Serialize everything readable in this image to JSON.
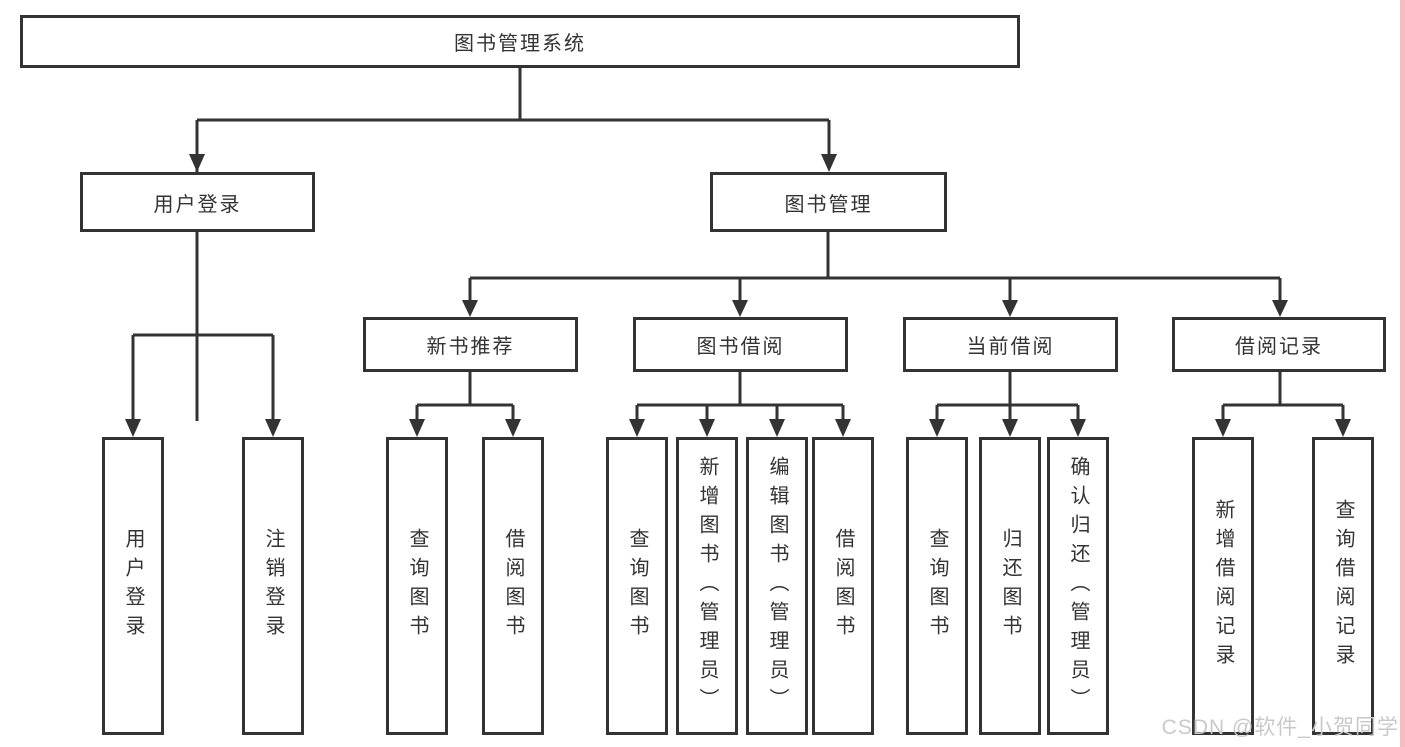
{
  "tree": {
    "root": {
      "label": "图书管理系统"
    },
    "branches": [
      {
        "label": "用户登录",
        "children": [
          {
            "label": "用户登录"
          },
          {
            "label": "注销登录"
          }
        ]
      },
      {
        "label": "图书管理",
        "groups": [
          {
            "label": "新书推荐",
            "children": [
              {
                "label": "查询图书"
              },
              {
                "label": "借阅图书"
              }
            ]
          },
          {
            "label": "图书借阅",
            "children": [
              {
                "label": "查询图书"
              },
              {
                "label": "新增图书（管理员）"
              },
              {
                "label": "编辑图书（管理员）"
              },
              {
                "label": "借阅图书"
              }
            ]
          },
          {
            "label": "当前借阅",
            "children": [
              {
                "label": "查询图书"
              },
              {
                "label": "归还图书"
              },
              {
                "label": "确认归还（管理员）"
              }
            ]
          },
          {
            "label": "借阅记录",
            "children": [
              {
                "label": "新增借阅记录"
              },
              {
                "label": "查询借阅记录"
              }
            ]
          }
        ]
      }
    ]
  },
  "watermark": {
    "text": "CSDN @软件_小贺同学"
  },
  "colors": {
    "line": "#333333",
    "text": "#333333",
    "box_background": "#ffffff",
    "watermark": "#c9c9c9",
    "right_edge_strip": "#f3bdbd",
    "background": "#ffffff"
  }
}
